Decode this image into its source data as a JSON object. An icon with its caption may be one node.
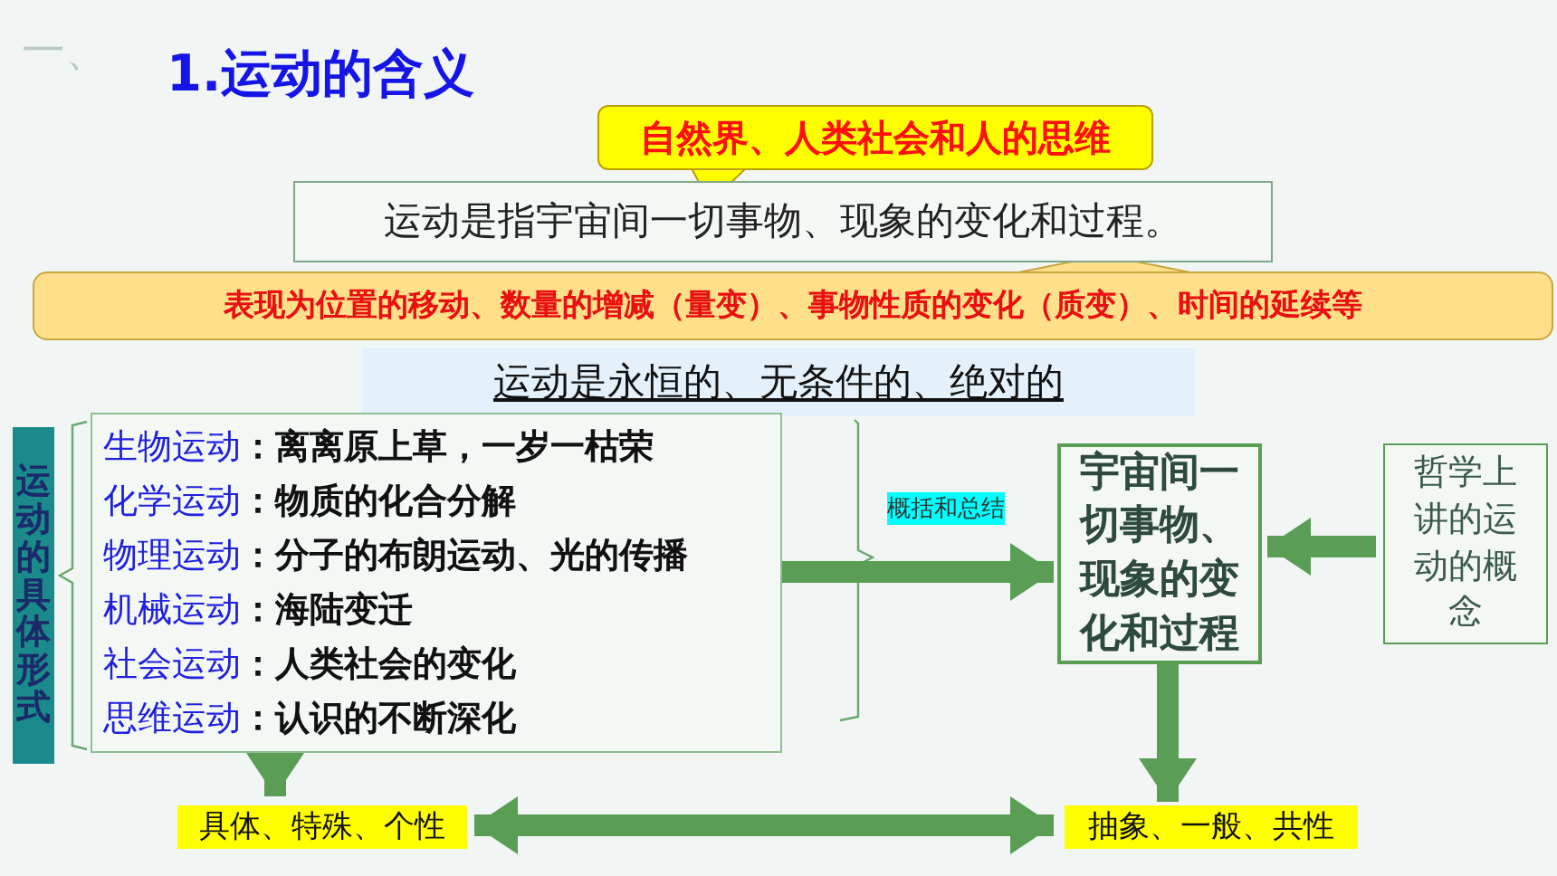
{
  "diagram": {
    "title": "1.运动的含义",
    "nodes": [
      {
        "text": [
          "自然界、人类社会和人的思维"
        ]
      },
      {
        "text": [
          "运动是指宇宙间一切事物、现象的变化和过程。"
        ]
      },
      {
        "text": [
          "表现为位置的移动、数量的增减（量变）、事物性质的变化（质变）、时间的延续等"
        ]
      },
      {
        "text": [
          "运动是永恒的、无条件的、绝对的"
        ]
      },
      {
        "text": [
          "运动的具体形式"
        ]
      },
      {
        "text": [
          "生物运动",
          "：离离原上草，一岁一枯荣",
          "化学运动",
          "：物质的化合分解",
          "物理运动",
          "：分子的布朗运动、光的传播",
          "机械运动",
          "：海陆变迁",
          "社会运动",
          "：人类社会的变化",
          "思维运动",
          "：认识的不断深化"
        ]
      },
      {
        "text": [
          "宇宙间一切事物、现象的变化和过程"
        ]
      },
      {
        "text": [
          "哲学上讲的运动的概念"
        ]
      },
      {
        "text": [
          "具体、特殊、个性"
        ]
      },
      {
        "text": [
          "抽象、一般、共性"
        ]
      }
    ],
    "edges": [
      {
        "from": 5,
        "to": 8,
        "arrow": "to"
      },
      {
        "from": 5,
        "to": 6,
        "arrow": "to",
        "label": "概括和总结"
      },
      {
        "from": 7,
        "to": 6,
        "arrow": "to"
      },
      {
        "from": 6,
        "to": 9,
        "arrow": "to"
      },
      {
        "from": 8,
        "to": 9,
        "arrow": "both"
      }
    ],
    "labels": [
      "一、"
    ]
  }
}
